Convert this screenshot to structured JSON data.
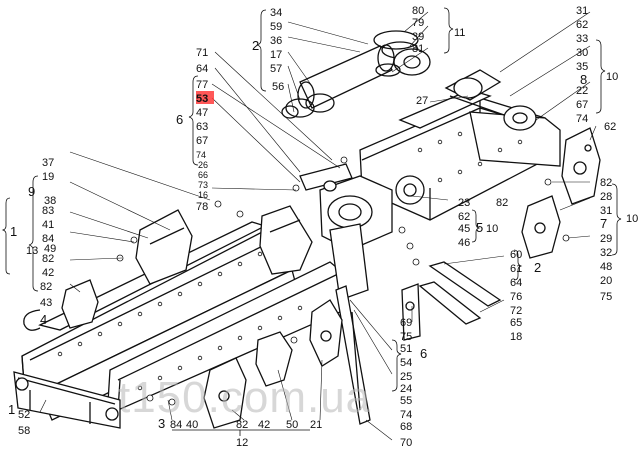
{
  "diagram": {
    "watermark": "t150.com.ua",
    "highlighted_callout": "53",
    "callouts": [
      {
        "text": "34"
      },
      {
        "text": "59"
      },
      {
        "text": "36"
      },
      {
        "text": "17"
      },
      {
        "text": "57"
      },
      {
        "text": "56"
      },
      {
        "text": "2"
      },
      {
        "text": "80"
      },
      {
        "text": "79"
      },
      {
        "text": "39"
      },
      {
        "text": "81"
      },
      {
        "text": "11"
      },
      {
        "text": "71"
      },
      {
        "text": "64"
      },
      {
        "text": "77"
      },
      {
        "text": "53"
      },
      {
        "text": "47"
      },
      {
        "text": "63"
      },
      {
        "text": "67"
      },
      {
        "text": "74"
      },
      {
        "text": "26"
      },
      {
        "text": "66"
      },
      {
        "text": "73"
      },
      {
        "text": "16"
      },
      {
        "text": "78"
      },
      {
        "text": "6"
      },
      {
        "text": "31"
      },
      {
        "text": "62"
      },
      {
        "text": "33"
      },
      {
        "text": "30"
      },
      {
        "text": "35"
      },
      {
        "text": "8"
      },
      {
        "text": "22"
      },
      {
        "text": "67"
      },
      {
        "text": "74"
      },
      {
        "text": "10"
      },
      {
        "text": "27"
      },
      {
        "text": "62"
      },
      {
        "text": "82"
      },
      {
        "text": "28"
      },
      {
        "text": "31"
      },
      {
        "text": "7"
      },
      {
        "text": "29"
      },
      {
        "text": "32"
      },
      {
        "text": "48"
      },
      {
        "text": "20"
      },
      {
        "text": "75"
      },
      {
        "text": "10"
      },
      {
        "text": "9"
      },
      {
        "text": "37"
      },
      {
        "text": "19"
      },
      {
        "text": "38"
      },
      {
        "text": "83"
      },
      {
        "text": "41"
      },
      {
        "text": "84"
      },
      {
        "text": "49"
      },
      {
        "text": "82"
      },
      {
        "text": "42"
      },
      {
        "text": "82"
      },
      {
        "text": "43"
      },
      {
        "text": "4"
      },
      {
        "text": "1"
      },
      {
        "text": "13"
      },
      {
        "text": "23"
      },
      {
        "text": "62"
      },
      {
        "text": "82"
      },
      {
        "text": "5"
      },
      {
        "text": "45"
      },
      {
        "text": "46"
      },
      {
        "text": "10"
      },
      {
        "text": "60"
      },
      {
        "text": "61"
      },
      {
        "text": "64"
      },
      {
        "text": "76"
      },
      {
        "text": "72"
      },
      {
        "text": "65"
      },
      {
        "text": "2"
      },
      {
        "text": "18"
      },
      {
        "text": "69"
      },
      {
        "text": "75"
      },
      {
        "text": "51"
      },
      {
        "text": "54"
      },
      {
        "text": "6"
      },
      {
        "text": "25"
      },
      {
        "text": "24"
      },
      {
        "text": "55"
      },
      {
        "text": "74"
      },
      {
        "text": "68"
      },
      {
        "text": "70"
      },
      {
        "text": "3"
      },
      {
        "text": "84"
      },
      {
        "text": "40"
      },
      {
        "text": "82"
      },
      {
        "text": "42"
      },
      {
        "text": "50"
      },
      {
        "text": "21"
      },
      {
        "text": "12"
      },
      {
        "text": "1"
      },
      {
        "text": "52"
      },
      {
        "text": "58"
      }
    ]
  }
}
